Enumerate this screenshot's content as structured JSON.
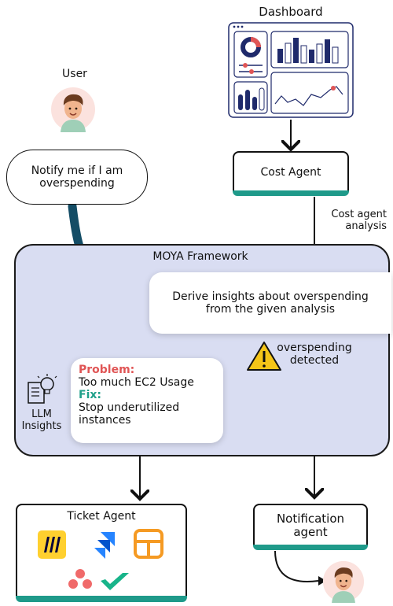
{
  "dashboard": {
    "label": "Dashboard"
  },
  "user": {
    "label": "User",
    "message": "Notify me if I am overspending"
  },
  "cost_agent": {
    "label": "Cost Agent",
    "edge_label": "Cost agent analysis"
  },
  "framework": {
    "title": "MOYA Framework",
    "insight_box": "Derive insights about overspending from the given analysis",
    "warning_label": "overspending detected",
    "llm_label": "LLM Insights",
    "problem_title": "Problem:",
    "problem_text": "Too much EC2 Usage",
    "fix_title": "Fix:",
    "fix_text": "Stop underutilized instances"
  },
  "ticket_agent": {
    "label": "Ticket Agent"
  },
  "notification_agent": {
    "label": "Notification agent"
  },
  "colors": {
    "framework_bg": "#d9ddf2",
    "teal": "#1f9a8a",
    "navy": "#1f2a6b",
    "problem": "#e05555",
    "fix": "#20a08a",
    "arrow_curve": "#144d66",
    "warning": "#f5c518"
  },
  "icons": [
    "user-avatar",
    "dashboard-charts",
    "lightbulb-document-icon",
    "warning-icon",
    "miro-icon",
    "jira-icon",
    "layout-icon",
    "asana-icon",
    "checkmark-icon"
  ]
}
